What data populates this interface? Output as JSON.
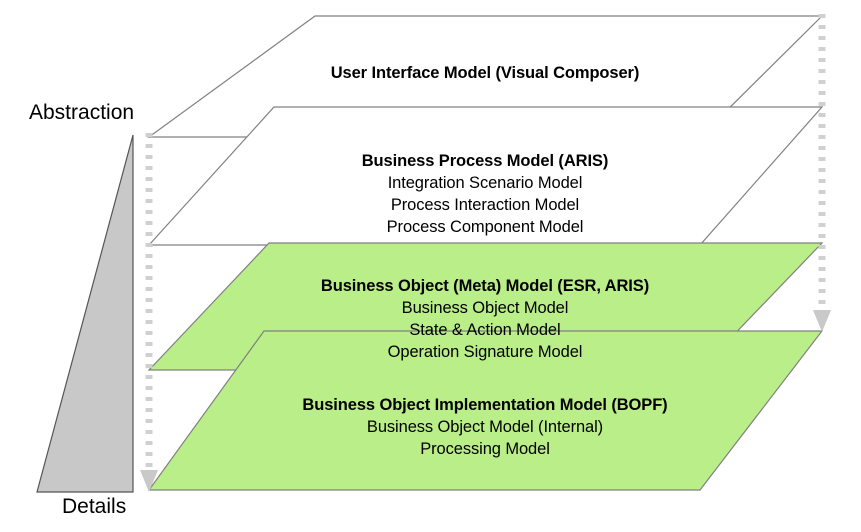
{
  "diagram": {
    "axis": {
      "top_label": "Abstraction",
      "bottom_label": "Details",
      "arrow_icon": "down-arrow-icon",
      "triangle_icon": "gradient-triangle-icon"
    },
    "colors": {
      "green_fill": "#b9ee88",
      "white_fill": "#ffffff",
      "shape_stroke": "#808080",
      "triangle_fill": "#c8c8c8",
      "triangle_stroke": "#555555",
      "axis_dash": "#d0d0d0",
      "text": "#000000"
    },
    "layers": [
      {
        "id": "user-interface-model",
        "title": "User Interface Model (Visual Composer)",
        "items": [],
        "fill": "white"
      },
      {
        "id": "business-process-model",
        "title": "Business Process Model (ARIS)",
        "items": [
          "Integration Scenario Model",
          "Process Interaction Model",
          "Process Component Model"
        ],
        "fill": "white"
      },
      {
        "id": "business-object-meta-model",
        "title": "Business Object (Meta) Model (ESR, ARIS)",
        "items": [
          "Business Object Model",
          "State & Action Model",
          "Operation Signature Model"
        ],
        "fill": "green"
      },
      {
        "id": "business-object-implementation-model",
        "title": "Business Object Implementation Model (BOPF)",
        "items": [
          "Business Object Model (Internal)",
          "Processing Model"
        ],
        "fill": "green"
      }
    ]
  }
}
